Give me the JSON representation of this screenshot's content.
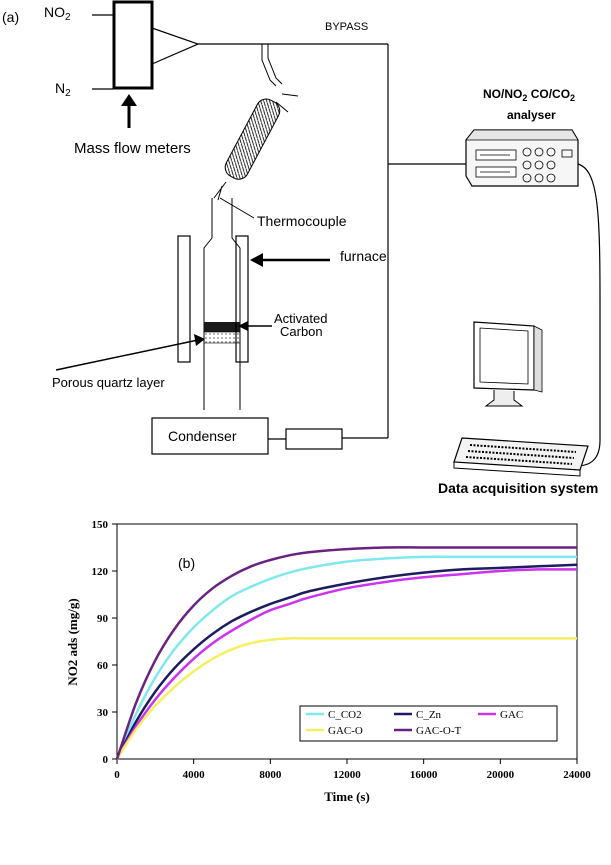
{
  "panel_a": {
    "label": "(a)",
    "gas_no2": "NO",
    "gas_no2_sub": "2",
    "gas_n2": "N",
    "gas_n2_sub": "2",
    "mass_flow_meters": "Mass flow meters",
    "bypass": "BYPASS",
    "analyser_line1_a": "NO/NO",
    "analyser_line1_sub1": "2",
    "analyser_line1_b": " CO/CO",
    "analyser_line1_sub2": "2",
    "analyser_line2": "analyser",
    "thermocouple": "Thermocouple",
    "furnace": "furnace",
    "activated_carbon_1": "Activated",
    "activated_carbon_2": "Carbon",
    "porous_quartz": "Porous quartz layer",
    "condenser": "Condenser",
    "data_acquisition": "Data acquisition system"
  },
  "panel_b": {
    "label": "(b)"
  },
  "chart_data": {
    "type": "line",
    "xlabel": "Time (s)",
    "ylabel": "NO2 ads (mg/g)",
    "xlim": [
      0,
      24000
    ],
    "ylim": [
      0,
      150
    ],
    "xticks": [
      0,
      4000,
      8000,
      12000,
      16000,
      20000,
      24000
    ],
    "yticks": [
      0,
      30,
      60,
      90,
      120,
      150
    ],
    "grid": false,
    "legend_position": "lower-right",
    "series": [
      {
        "name": "C_CO2",
        "color": "#7fe8ec",
        "x": [
          0,
          1000,
          2000,
          3000,
          4000,
          5000,
          6000,
          7000,
          8000,
          9000,
          10000,
          12000,
          14000,
          16000,
          18000,
          20000,
          22000,
          24000
        ],
        "y": [
          0,
          29,
          52,
          70,
          84,
          95,
          104,
          110,
          115,
          119,
          122,
          126,
          128,
          129,
          129,
          129,
          129,
          129
        ]
      },
      {
        "name": "C_Zn",
        "color": "#1c1c5e",
        "x": [
          0,
          1000,
          2000,
          3000,
          4000,
          5000,
          6000,
          7000,
          8000,
          9000,
          10000,
          12000,
          14000,
          16000,
          18000,
          20000,
          22000,
          24000
        ],
        "y": [
          0,
          24,
          43,
          58,
          70,
          80,
          88,
          94,
          99,
          103,
          107,
          112,
          116,
          119,
          121,
          122,
          123,
          124
        ]
      },
      {
        "name": "GAC",
        "color": "#cc33ee",
        "x": [
          0,
          1000,
          2000,
          3000,
          4000,
          5000,
          6000,
          7000,
          8000,
          9000,
          10000,
          12000,
          14000,
          16000,
          18000,
          20000,
          22000,
          24000
        ],
        "y": [
          0,
          21,
          38,
          52,
          64,
          74,
          82,
          89,
          95,
          99,
          103,
          109,
          113,
          116,
          118,
          120,
          121,
          121
        ]
      },
      {
        "name": "GAC-O",
        "color": "#f4f060",
        "x": [
          0,
          1000,
          2000,
          3000,
          4000,
          5000,
          6000,
          7000,
          8000,
          9000,
          10000,
          12000,
          14000,
          16000,
          18000,
          20000,
          22000,
          24000
        ],
        "y": [
          0,
          19,
          34,
          46,
          56,
          64,
          70,
          74,
          76,
          77,
          77,
          77,
          77,
          77,
          77,
          77,
          77,
          77
        ]
      },
      {
        "name": "GAC-O-T",
        "color": "#6a2280",
        "x": [
          0,
          1000,
          2000,
          3000,
          4000,
          5000,
          6000,
          7000,
          8000,
          9000,
          10000,
          12000,
          14000,
          16000,
          18000,
          20000,
          22000,
          24000
        ],
        "y": [
          0,
          36,
          63,
          83,
          98,
          109,
          117,
          123,
          127,
          130,
          132,
          134,
          135,
          135,
          135,
          135,
          135,
          135
        ]
      }
    ]
  }
}
